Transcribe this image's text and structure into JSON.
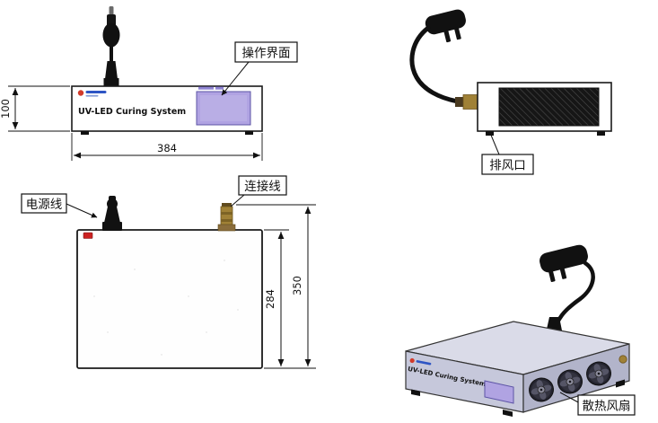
{
  "device": {
    "name": "UV-LED Curing System"
  },
  "labels": {
    "operation_interface": "操作界面",
    "exhaust_vent": "排风口",
    "power_cable": "电源线",
    "connection_cable": "连接线",
    "cooling_fan": "散热风扇"
  },
  "dimensions": {
    "front_height": "100",
    "front_width": "384",
    "top_depth": "284",
    "top_total_depth": "350"
  },
  "colors": {
    "screen_purple": "#b0a3e2",
    "iso_top": "#dadbe8",
    "iso_front": "#c6c8db",
    "iso_side": "#b2b4ca",
    "connector_brass": "#a08136",
    "button_red": "#cc2222"
  }
}
